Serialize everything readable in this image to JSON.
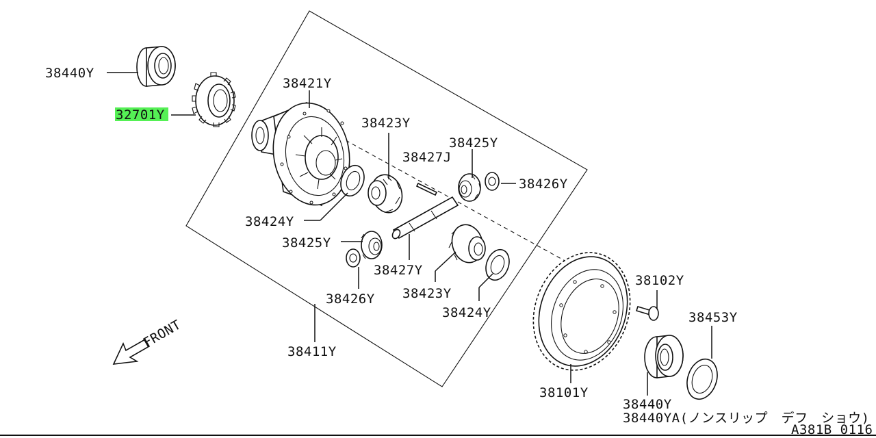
{
  "labels": {
    "p38440y_top": "38440Y",
    "p32701y": "32701Y",
    "p38421y": "38421Y",
    "p38423y_top": "38423Y",
    "p38427j": "38427J",
    "p38425y_top": "38425Y",
    "p38426y_top": "38426Y",
    "p38424y_left": "38424Y",
    "p38425y_left": "38425Y",
    "p38427y": "38427Y",
    "p38426y_bottom": "38426Y",
    "p38423y_bottom": "38423Y",
    "p38424y_bottom": "38424Y",
    "p38102y": "38102Y",
    "p38453y": "38453Y",
    "p38411y": "38411Y",
    "p38101y": "38101Y",
    "p38440y_bottom": "38440Y",
    "p38440ya": "38440YA(ノンスリップ　デフ　ショウ)"
  },
  "front_label": "FRONT",
  "diagram_code": "A381B 0116",
  "colors": {
    "highlight": "#55f055",
    "line": "#111111"
  }
}
